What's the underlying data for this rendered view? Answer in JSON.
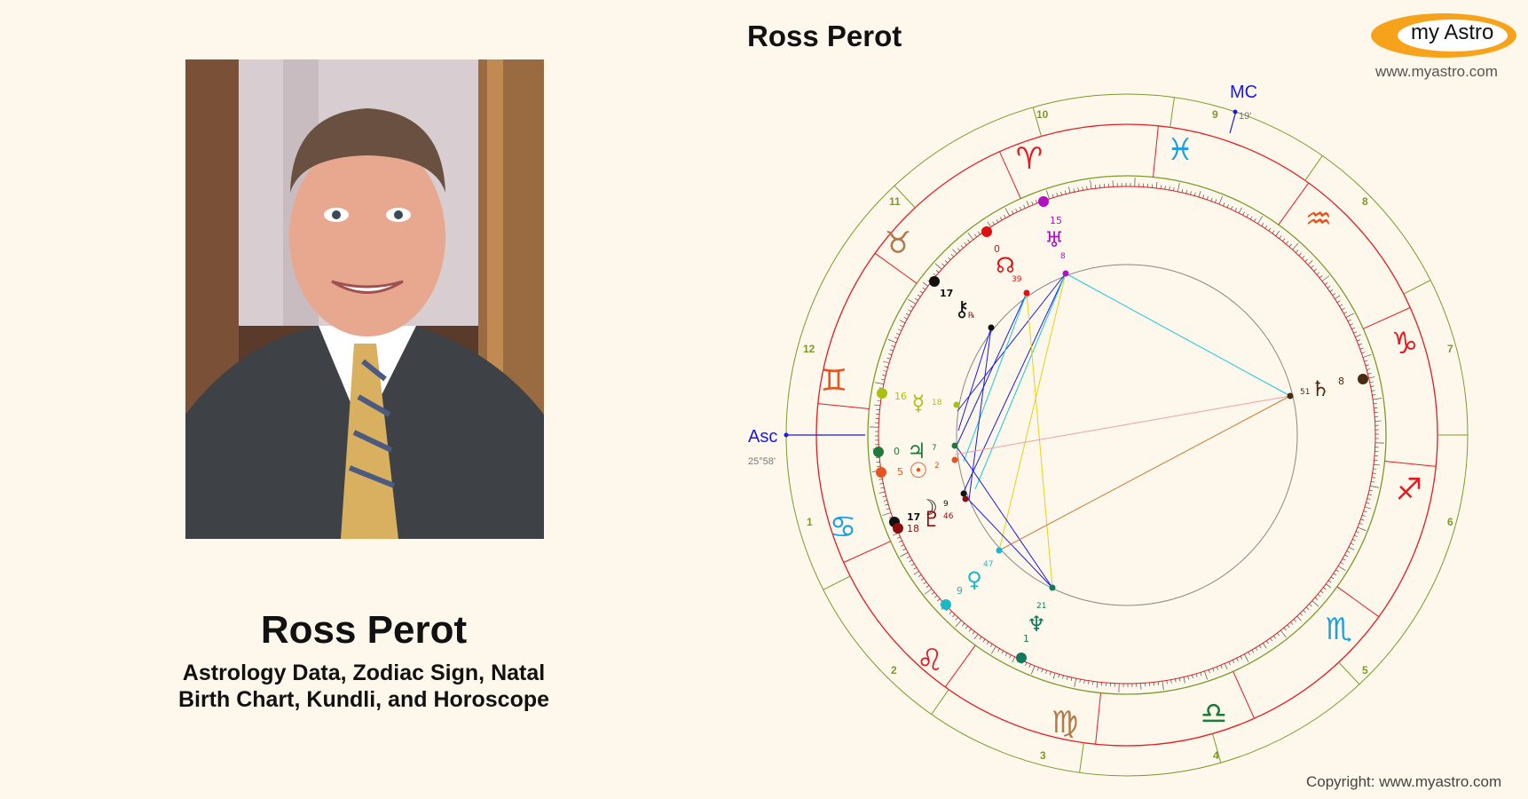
{
  "person": {
    "name": "Ross Perot",
    "subtitle_line1": "Astrology Data, Zodiac Sign, Natal",
    "subtitle_line2": "Birth Chart, Kundli, and Horoscope"
  },
  "chart": {
    "title": "Ross Perot",
    "asc_label": "Asc",
    "asc_degree": "25°58'",
    "mc_label": "MC",
    "mc_degree": "19'",
    "mc_house_num": "9",
    "house_numbers": [
      "10",
      "11",
      "12",
      "1",
      "2",
      "3",
      "4",
      "5",
      "6",
      "7",
      "8"
    ],
    "signs": [
      {
        "name": "aries",
        "glyph": "♈",
        "color": "#e31b23"
      },
      {
        "name": "pisces",
        "glyph": "♓",
        "color": "#1ba1e2"
      },
      {
        "name": "aquarius",
        "glyph": "♒",
        "color": "#e8521c"
      },
      {
        "name": "capricorn",
        "glyph": "♑",
        "color": "#e31b23"
      },
      {
        "name": "sagittarius",
        "glyph": "♐",
        "color": "#e31b23"
      },
      {
        "name": "scorpio",
        "glyph": "♏",
        "color": "#1ba1e2"
      },
      {
        "name": "libra",
        "glyph": "♎",
        "color": "#1f7a3a"
      },
      {
        "name": "virgo",
        "glyph": "♍",
        "color": "#b07a4a"
      },
      {
        "name": "leo",
        "glyph": "♌",
        "color": "#e31b23"
      },
      {
        "name": "cancer",
        "glyph": "♋",
        "color": "#1ba1e2"
      },
      {
        "name": "gemini",
        "glyph": "♊",
        "color": "#e8521c"
      },
      {
        "name": "taurus",
        "glyph": "♉",
        "color": "#b07a4a"
      }
    ],
    "planets": [
      {
        "name": "uranus",
        "glyph": "♅",
        "deg": "15",
        "min": "8",
        "color": "#b010c0"
      },
      {
        "name": "north-node",
        "glyph": "☊",
        "deg": "0",
        "min": "39",
        "color": "#e01010"
      },
      {
        "name": "chiron",
        "glyph": "⚷",
        "deg": "17",
        "min": "",
        "color": "#111111"
      },
      {
        "name": "mercury",
        "glyph": "☿",
        "deg": "16",
        "min": "18",
        "color": "#a8c010"
      },
      {
        "name": "jupiter",
        "glyph": "♃",
        "deg": "0",
        "min": "7",
        "color": "#1f7a3a"
      },
      {
        "name": "sun",
        "glyph": "☉",
        "deg": "5",
        "min": "2",
        "color": "#e8521c"
      },
      {
        "name": "moon",
        "glyph": "☽",
        "deg": "17",
        "min": "9",
        "color": "#111111"
      },
      {
        "name": "pluto",
        "glyph": "♇",
        "deg": "18",
        "min": "46",
        "color": "#8a0e0e"
      },
      {
        "name": "venus",
        "glyph": "♀",
        "deg": "9",
        "min": "47",
        "color": "#18b8c8"
      },
      {
        "name": "neptune",
        "glyph": "♆",
        "deg": "1",
        "min": "21",
        "color": "#107a5a"
      },
      {
        "name": "saturn",
        "glyph": "♄",
        "deg": "8",
        "min": "51",
        "color": "#4a2a10"
      }
    ],
    "chiron_retro": "℞"
  },
  "brand": {
    "logo_text": "my Astro",
    "url": "www.myastro.com",
    "copyright": "Copyright: www.myastro.com"
  },
  "colors": {
    "background": "#fef8ec",
    "logo_orange": "#f7a21b",
    "outer_ring": "#7a9a2a",
    "house_lines": "#e31b23",
    "asc_mc": "#1a1ae0"
  }
}
